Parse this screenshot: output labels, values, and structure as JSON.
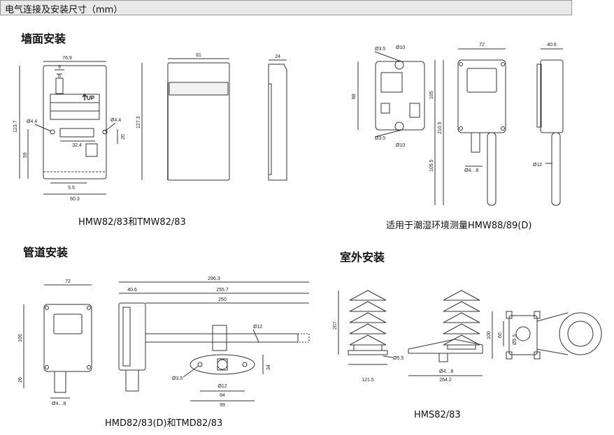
{
  "header": {
    "title": "电气连接及安装尺寸（mm）"
  },
  "sections": {
    "wall": "墙面安装",
    "duct": "管道安装",
    "outdoor": "室外安装"
  },
  "captions": {
    "hmw82": "HMW82/83和TMW82/83",
    "hmw88": "适用于潮湿环境测量HMW88/89(D)",
    "hmd82": "HMD82/83(D)和TMD82/83",
    "hms82": "HMS82/83"
  },
  "dims": {
    "w_76_9": "76.9",
    "w_9": "9",
    "w_6": "6",
    "up": "UP",
    "w_d44a": "Ø4.4",
    "w_d44b": "Ø4.4",
    "w_32_4": "32.4",
    "w_20": "20",
    "w_123_7": "123.7",
    "w_59": "59",
    "w_5_5": "5.5",
    "w_60_3": "60.3",
    "w_81": "81",
    "w_127_3": "127.3",
    "w_24": "24",
    "h_d35a": "Ø3.5",
    "h_d10a": "Ø10",
    "h_88": "88",
    "h_d35b": "Ø3.5",
    "h_d10b": "Ø10",
    "h_72": "72",
    "h_105": "105",
    "h_210_5": "210.5",
    "h_105_5": "105.5",
    "h_d48": "Ø4…8",
    "h_40_6": "40.6",
    "h_d12": "Ø12",
    "d_72": "72",
    "d_105": "105",
    "d_26": "26",
    "d_d48": "Ø4…8",
    "d_296_3": "296.3",
    "d_40_6": "40.6",
    "d_255_7": "255.7",
    "d_250": "250",
    "d_d12a": "Ø12",
    "d_d35": "Ø3.5",
    "d_d12b": "Ø12",
    "d_84": "84",
    "d_99": "99",
    "d_34": "34",
    "o_207": "207",
    "o_121_5": "121.5",
    "o_d5_5": "Ø5.5",
    "o_d4_8": "Ø4…8",
    "o_264_2": "264.2",
    "o_100": "100",
    "o_60": "60",
    "o_d5_5b": "Ø5.5"
  }
}
